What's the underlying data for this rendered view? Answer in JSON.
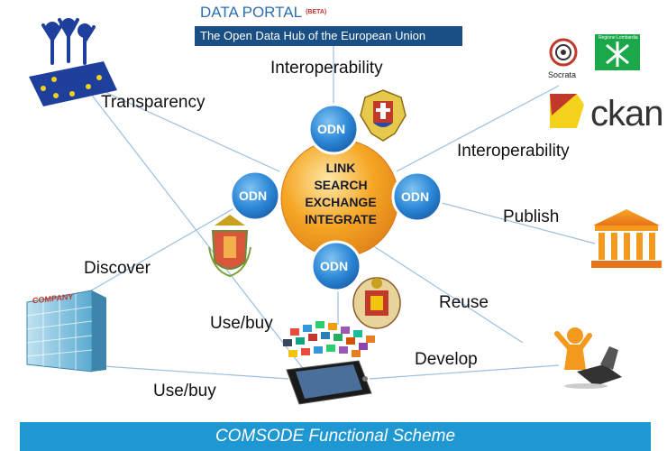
{
  "portal": {
    "title": "DATA PORTAL",
    "beta": "(BETA)",
    "subtitle": "The Open Data Hub of the European Union"
  },
  "center": {
    "lines": [
      "LINK",
      "SEARCH",
      "EXCHANGE",
      "INTEGRATE"
    ],
    "node_label": "ODN",
    "color": "#f39a1e"
  },
  "labels": {
    "interop_top": "Interoperability",
    "transparency": "Transparency",
    "interop_right": "Interoperability",
    "publish": "Publish",
    "discover": "Discover",
    "reuse": "Reuse",
    "usebuy_mid": "Use/buy",
    "develop": "Develop",
    "usebuy_bottom": "Use/buy"
  },
  "logos": {
    "socrata": "Socrata",
    "ckan": "ckan",
    "company": "COMPANY",
    "lombardia": "Regione Lombardia"
  },
  "footer": {
    "caption": "COMSODE Functional Scheme",
    "color": "#1f97d3"
  },
  "icons": [
    "eu-people-icon",
    "ckan-logo-icon",
    "socrata-logo-icon",
    "government-building-icon",
    "company-building-icon",
    "smartphone-icon",
    "developer-person-icon",
    "coat-of-arms-icon"
  ]
}
